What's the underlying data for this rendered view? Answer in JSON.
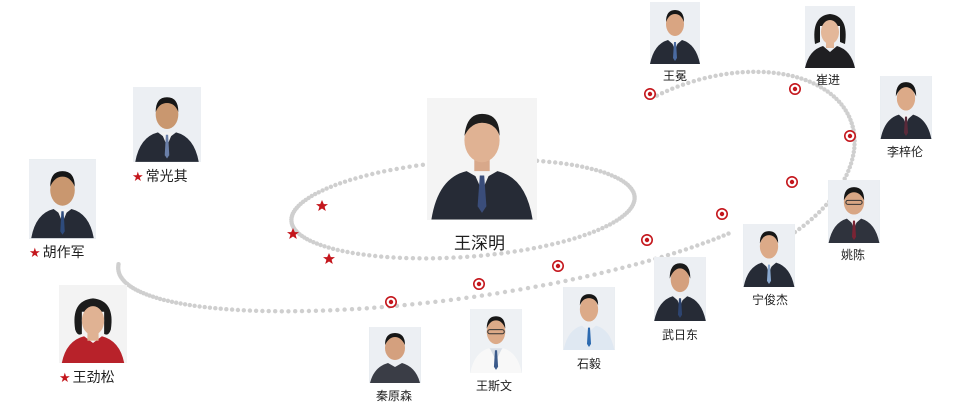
{
  "center": {
    "name": "王深明"
  },
  "starred_people": [
    {
      "id": "changguangqi",
      "name": "常光其"
    },
    {
      "id": "huzuojun",
      "name": "胡作军"
    },
    {
      "id": "wangjinsong",
      "name": "王劲松"
    }
  ],
  "team": [
    {
      "id": "wangxi",
      "name": "王冕"
    },
    {
      "id": "cuijin",
      "name": "崔进"
    },
    {
      "id": "lizilun",
      "name": "李梓伦"
    },
    {
      "id": "yaochen",
      "name": "姚陈"
    },
    {
      "id": "ningjunjie",
      "name": "宁俊杰"
    },
    {
      "id": "wuridong",
      "name": "武日东"
    },
    {
      "id": "shiyi",
      "name": "石毅"
    },
    {
      "id": "wangsiwen",
      "name": "王斯文"
    },
    {
      "id": "qinyuansen",
      "name": "秦原森"
    }
  ],
  "colors": {
    "accent": "#c4161c",
    "dots": "#cfcfcf",
    "suit": "#2a3140"
  },
  "icons": {
    "star": "star-icon",
    "marker": "target-marker-icon"
  }
}
